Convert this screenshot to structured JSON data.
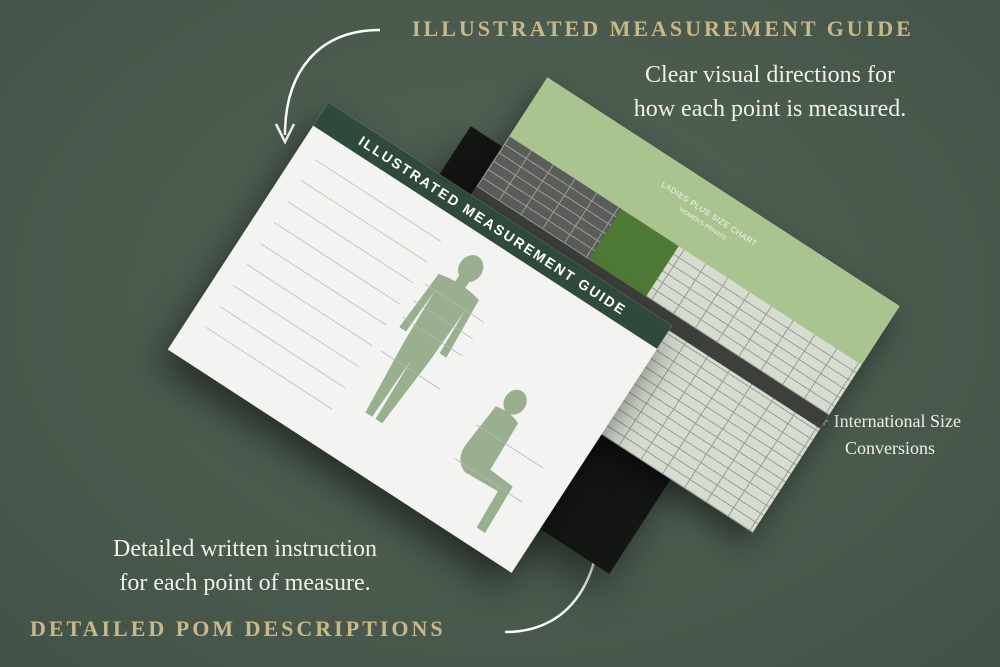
{
  "headings": {
    "top": "ILLUSTRATED MEASUREMENT GUIDE",
    "bottom": "DETAILED POM DESCRIPTIONS"
  },
  "captions": {
    "top_line1": "Clear visual directions for",
    "top_line2": "how each point is measured.",
    "right_line1": "+ International Size",
    "right_line2": "Conversions",
    "bottom_line1": "Detailed written instruction",
    "bottom_line2": "for each point of measure."
  },
  "mockup": {
    "guide_title": "ILLUSTRATED MEASUREMENT GUIDE",
    "chart_title": "LADIES PLUS SIZE CHART",
    "chart_subtitle": "WOMEN'S PRIVATE"
  },
  "colors": {
    "background": "#4a5a4d",
    "heading_gold": "#c9b98a",
    "caption_text": "#f2f0e8",
    "guide_band": "#2f4a3c",
    "chart_green": "#a9c48f"
  }
}
